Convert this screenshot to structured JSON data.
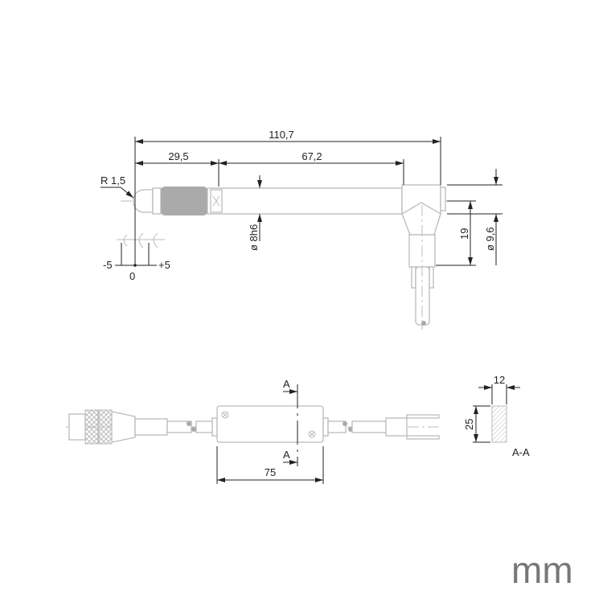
{
  "top_view": {
    "dim_total": "110,7",
    "dim_left": "29,5",
    "dim_right": "67,2",
    "radius": "R 1,5",
    "shaft_dia": "ø 8h6",
    "head_dia": "ø 9,6",
    "head_height": "19",
    "stroke_minus": "-5",
    "stroke_zero": "0",
    "stroke_plus": "+5"
  },
  "bottom_view": {
    "section_mark_top": "A",
    "section_mark_bottom": "A",
    "box_length": "75",
    "section_width": "12",
    "section_height": "25",
    "section_label": "A-A"
  },
  "unit": "mm",
  "colors": {
    "part_outline": "#bbbbbb",
    "dimension": "#222222",
    "fill": "#aaaaaa"
  }
}
